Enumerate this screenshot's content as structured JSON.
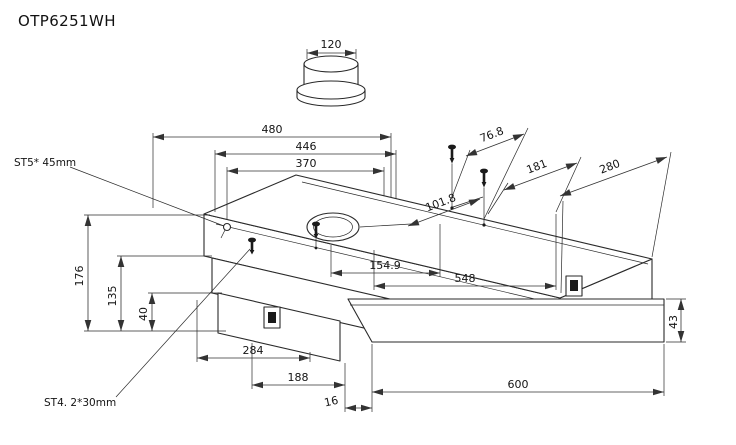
{
  "title": "OTP6251WH",
  "annotations": {
    "screw_top_label": "ST5* 45mm",
    "screw_bottom_label": "ST4. 2*30mm"
  },
  "dimensions": {
    "duct_diameter": "120",
    "overall_width": "480",
    "inner_width": "446",
    "panel_width": "370",
    "screw_spacing_depth": "76.8",
    "mount_depth": "181",
    "overall_depth": "280",
    "duct_offset_depth": "101.8",
    "duct_offset_width": "154.9",
    "body_width": "548",
    "overall_height": "176",
    "body_height": "135",
    "front_strip_height": "40",
    "bottom_depth": "284",
    "drawer_depth": "188",
    "visor_gap": "16",
    "visor_width": "600",
    "visor_height": "43"
  },
  "colors": {
    "line": "#2a2a2a",
    "dimension_line": "#333333",
    "text": "#141414",
    "background": "#ffffff",
    "screw_fill": "#1a1a1a"
  }
}
